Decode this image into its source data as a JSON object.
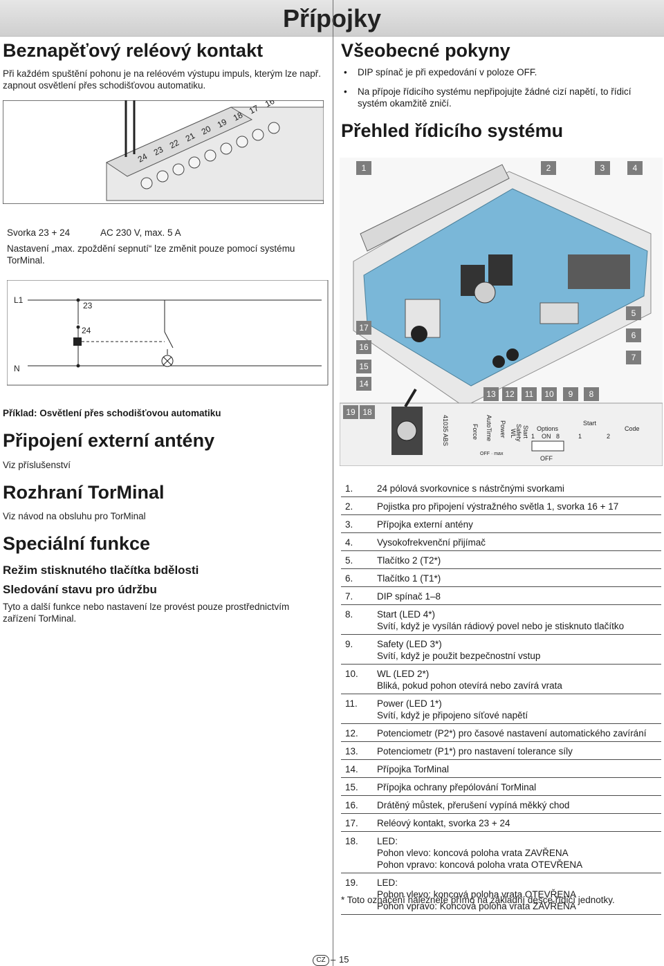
{
  "header": {
    "title": "Přípojky"
  },
  "left": {
    "relay_title": "Beznapěťový reléový kontakt",
    "relay_text": "Při každém spuštění pohonu je na reléovém výstupu impuls, kterým lze např. zapnout osvětlení přes schodišťovou automatiku.",
    "terminal_numbers": [
      "24",
      "23",
      "22",
      "21",
      "20",
      "19",
      "18",
      "17",
      "16"
    ],
    "svorka_label": "Svorka 23 + 24",
    "svorka_value": "AC 230 V, max. 5 A",
    "note": "Nastavení „max. zpoždění sepnutí“ lze změnit pouze pomocí systému TorMinal.",
    "wiring": {
      "l1": "L1",
      "n": "N",
      "t23": "23",
      "t24": "24"
    },
    "example_caption": "Příklad: Osvětlení přes schodišťovou automatiku",
    "antenna_title": "Připojení externí antény",
    "antenna_text": "Viz příslušenství",
    "torminal_title": "Rozhraní TorMinal",
    "torminal_text": "Viz návod na obsluhu pro TorMinal",
    "special_title": "Speciální funkce",
    "special_sub1": "Režim stisknutého tlačítka bdělosti",
    "special_sub2": "Sledování stavu pro údržbu",
    "special_text": "Tyto a další funkce nebo nastavení lze provést pouze prostřednictvím zařízení TorMinal."
  },
  "right": {
    "general_title": "Všeobecné pokyny",
    "bullets": [
      "DIP spínač je při expedování v poloze OFF.",
      "Na přípoje řídicího systému nepřipojujte žádné cizí napětí, to řídicí systém okamžitě zničí."
    ],
    "overview_title": "Přehled řídicího systému",
    "callouts": [
      "1",
      "2",
      "3",
      "4",
      "5",
      "6",
      "7",
      "17",
      "16",
      "15",
      "14",
      "13",
      "12",
      "11",
      "10",
      "9",
      "8",
      "19",
      "18"
    ],
    "board_labels": {
      "force": "Force",
      "autotime": "AutoTime",
      "power": "Power",
      "wl": "WL",
      "safety": "Safety",
      "start": "Start",
      "options": "Options",
      "on": "ON",
      "one": "1",
      "eight": "8",
      "off": "OFF",
      "start2": "Start",
      "s1": "1",
      "s2": "2",
      "code": "Code",
      "abs": "41035 ABS",
      "offmax": "OFF · max"
    },
    "legend": [
      {
        "n": "1.",
        "t": "24 pólová svorkovnice s nástrčnými svorkami"
      },
      {
        "n": "2.",
        "t": "Pojistka pro připojení výstražného světla 1, svorka 16 + 17"
      },
      {
        "n": "3.",
        "t": "Přípojka externí antény"
      },
      {
        "n": "4.",
        "t": "Vysokofrekvenční přijímač"
      },
      {
        "n": "5.",
        "t": "Tlačítko 2 (T2*)"
      },
      {
        "n": "6.",
        "t": "Tlačítko 1 (T1*)"
      },
      {
        "n": "7.",
        "t": "DIP spínač 1–8"
      },
      {
        "n": "8.",
        "t": "Start (LED 4*)\nSvítí, když je vysílán rádiový povel nebo je stisknuto tlačítko"
      },
      {
        "n": "9.",
        "t": "Safety (LED 3*)\nSvítí, když je použit bezpečnostní vstup"
      },
      {
        "n": "10.",
        "t": "WL (LED 2*)\nBliká, pokud pohon otevírá nebo zavírá vrata"
      },
      {
        "n": "11.",
        "t": "Power (LED 1*)\nSvítí, když je připojeno síťové napětí"
      },
      {
        "n": "12.",
        "t": "Potenciometr (P2*) pro časové nastavení automatického zavírání"
      },
      {
        "n": "13.",
        "t": "Potenciometr (P1*) pro nastavení tolerance síly"
      },
      {
        "n": "14.",
        "t": "Přípojka TorMinal"
      },
      {
        "n": "15.",
        "t": "Přípojka ochrany přepólování TorMinal"
      },
      {
        "n": "16.",
        "t": "Drátěný můstek, přerušení vypíná měkký chod"
      },
      {
        "n": "17.",
        "t": "Reléový kontakt, svorka 23 + 24"
      },
      {
        "n": "18.",
        "t": "LED:\nPohon vlevo: koncová poloha vrata ZAVŘENA\nPohon vpravo: koncová poloha vrata OTEVŘENA"
      },
      {
        "n": "19.",
        "t": "LED:\nPohon vlevo: koncová poloha vrata OTEVŘENA\nPohon vpravo: Koncová poloha vrata ZAVŘENA"
      }
    ],
    "footnote": "* Toto označení naleznete přímo na základní desce řídicí jednotky."
  },
  "footer": {
    "lang": "CZ",
    "page": "15"
  }
}
